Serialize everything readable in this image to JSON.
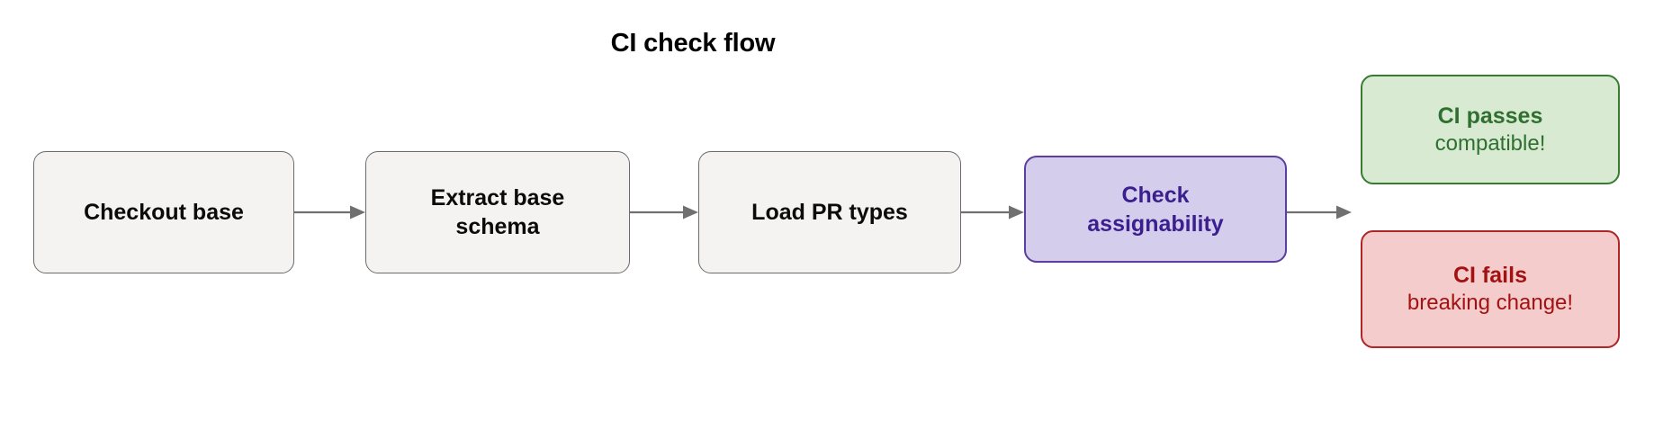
{
  "diagram": {
    "title": "CI check flow",
    "type": "flowchart",
    "direction": "left-to-right",
    "colors": {
      "process_fill": "#f4f3f1",
      "process_stroke": "#6b6b6b",
      "process_text": "#0b0b0b",
      "decision_fill": "#d5cdec",
      "decision_stroke": "#5b3e9e",
      "decision_text": "#3b1f8f",
      "success_fill": "#d9ead3",
      "success_stroke": "#3b7a33",
      "success_text": "#2f7030",
      "failure_fill": "#f4cccc",
      "failure_stroke": "#b02525",
      "failure_text": "#a31212",
      "connector": "#707070",
      "background": "#ffffff"
    },
    "nodes": [
      {
        "id": "checkout-base",
        "label": "Checkout base",
        "kind": "process"
      },
      {
        "id": "extract-base-schema",
        "label": "Extract base\nschema",
        "kind": "process"
      },
      {
        "id": "load-pr-types",
        "label": "Load PR types",
        "kind": "process"
      },
      {
        "id": "check-assignability",
        "label": "Check\nassignability",
        "kind": "decision"
      },
      {
        "id": "ci-passes",
        "label_primary": "CI passes",
        "label_secondary": "compatible!",
        "kind": "success"
      },
      {
        "id": "ci-fails",
        "label_primary": "CI fails",
        "label_secondary": "breaking change!",
        "kind": "failure"
      }
    ],
    "edges": [
      {
        "from": "checkout-base",
        "to": "extract-base-schema",
        "label": ""
      },
      {
        "from": "extract-base-schema",
        "to": "load-pr-types",
        "label": ""
      },
      {
        "from": "load-pr-types",
        "to": "check-assignability",
        "label": ""
      },
      {
        "from": "check-assignability",
        "to": "ci-passes",
        "label": ""
      }
    ]
  }
}
